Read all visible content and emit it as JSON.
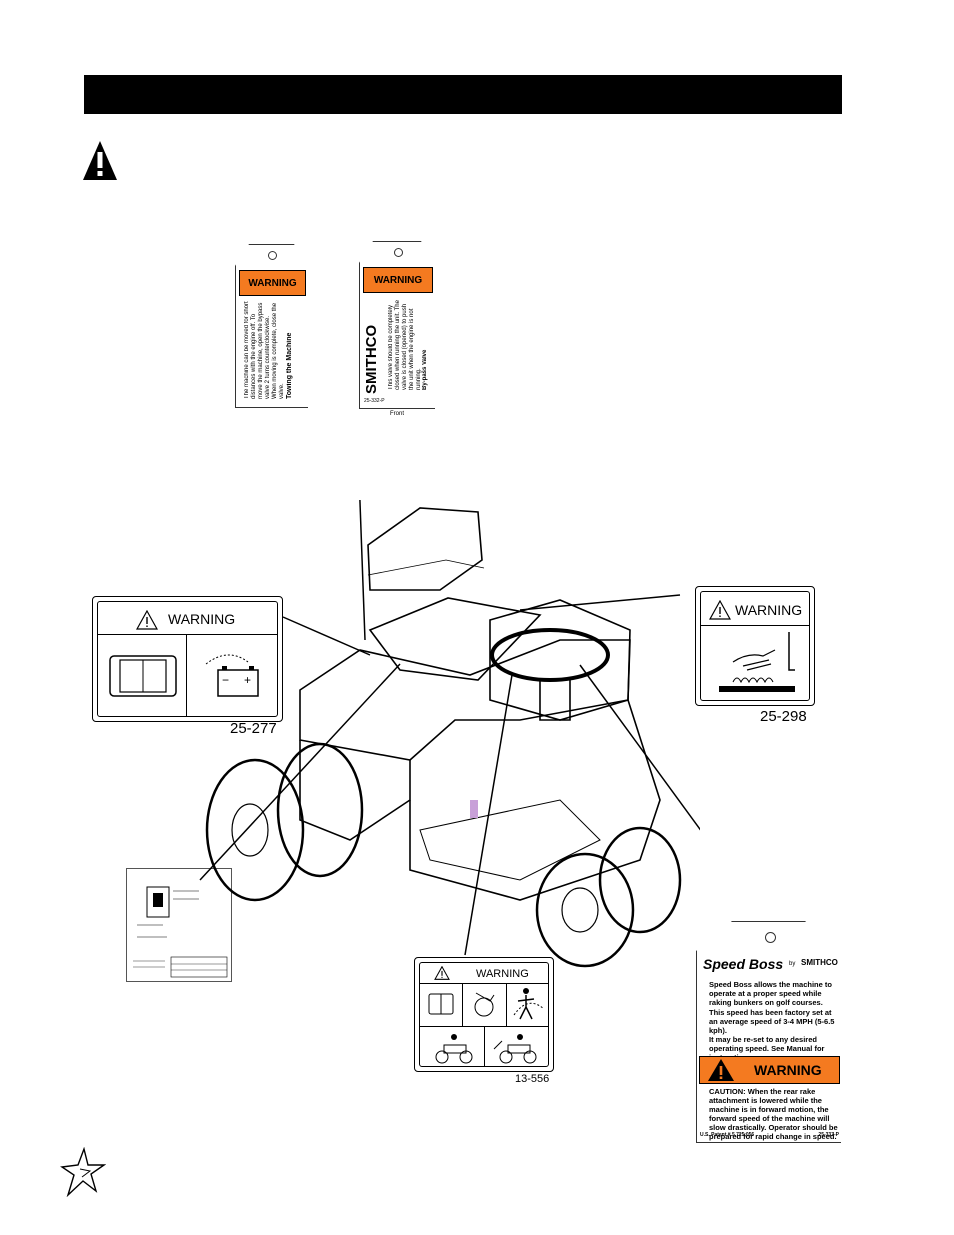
{
  "labels": {
    "tow_tag_band": "WARNING",
    "tow_tag_title": "Towing the Machine",
    "tow_tag_body": "The machine can be moved for short distances with the engine off. To move the machine, open the bypass valve 2 turns counterclockwise. When moving is complete, close the valve.",
    "bypass_tag_band": "WARNING",
    "bypass_tag_title": "By-pass Valve",
    "bypass_tag_body": "This valve should be completely closed when running the unit. The valve is closed (opened) to push the unit when the engine is not running.",
    "bypass_tag_brand": "SMITHCO",
    "bypass_tag_part": "25-332-P",
    "bypass_tag_side": "Front",
    "decal_left_warning": "WARNING",
    "decal_left_part": "25-277",
    "decal_right_warning": "WARNING",
    "decal_right_part": "25-298",
    "decal_bottom_warning": "WARNING",
    "decal_bottom_part": "13-556"
  },
  "speed_boss": {
    "title": "Speed Boss",
    "by": "by",
    "brand": "SMITHCO",
    "p1": "Speed Boss allows the machine to operate at a proper speed while raking bunkers on golf courses.",
    "p2": "This speed has been factory set at an average speed of 3-4 MPH (5-6.5 kph).",
    "p3": "It may be re-set to any desired operating speed. See Manual for instructions.",
    "band": "WARNING",
    "caution_label": "CAUTION:",
    "caution_text": "When the rear rake attachment is lowered while the machine is in forward motion, the forward speed of the machine will slow drastically. Operator should be prepared for rapid change in speed.",
    "patent": "U.S. Patent # 5,725,056",
    "part": "25-337-P"
  },
  "colors": {
    "warning_orange": "#f47a20",
    "header_bar": "#000000"
  }
}
